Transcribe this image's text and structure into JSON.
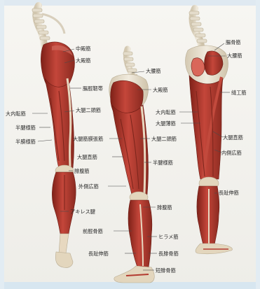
{
  "colors": {
    "background": "#f3f2ee",
    "bone": "#ece5d6",
    "bone_shadow": "#c9bfa8",
    "muscle": "#b33a30",
    "muscle_dark": "#7e2118",
    "muscle_light": "#d9675a",
    "tendon": "#e7d8c0",
    "leader": "#4a4a4a",
    "label_text": "#2a2a2a"
  },
  "figures": {
    "left": {
      "labels": {
        "chudenkin": "中殿筋",
        "daidenkin": "大殿筋",
        "chokotsukin": "腸脛靭帯",
        "dainaitenkin": "大内転筋",
        "hankenyokin": "半腱様筋",
        "hanmakuyokin": "半膜様筋",
        "daitainitoukin": "大腿二頭筋",
        "hifukukin": "腓腹筋",
        "akiresuken": "アキレス腱"
      }
    },
    "middle": {
      "labels": {
        "daiyokin": "大腰筋",
        "daidenkin": "大殿筋",
        "daitaikinmakuchokin": "大腿筋膜張筋",
        "daitainitoukin": "大腿二頭筋",
        "daitaichokkin": "大腿直筋",
        "gaisokukokin": "外側広筋",
        "hankenyokin": "半腱様筋",
        "hifukukin": "腓腹筋",
        "zenkeikotsukin": "前脛骨筋",
        "hiramekin": "ヒラメ筋",
        "choshishinkin": "長趾伸筋",
        "chohikotsukin": "長腓骨筋",
        "tanhikotsukin": "短腓骨筋"
      }
    },
    "right": {
      "labels": {
        "chokotsukin": "腸骨筋",
        "daiyokin": "大腰筋",
        "hohokin": "縫工筋",
        "dainaitenkin": "大内転筋",
        "daitaihakin": "大腿薄筋",
        "daitaichokkin": "大腿直筋",
        "naisokukokin": "内側広筋",
        "choshishinkin": "長趾伸筋"
      }
    }
  }
}
